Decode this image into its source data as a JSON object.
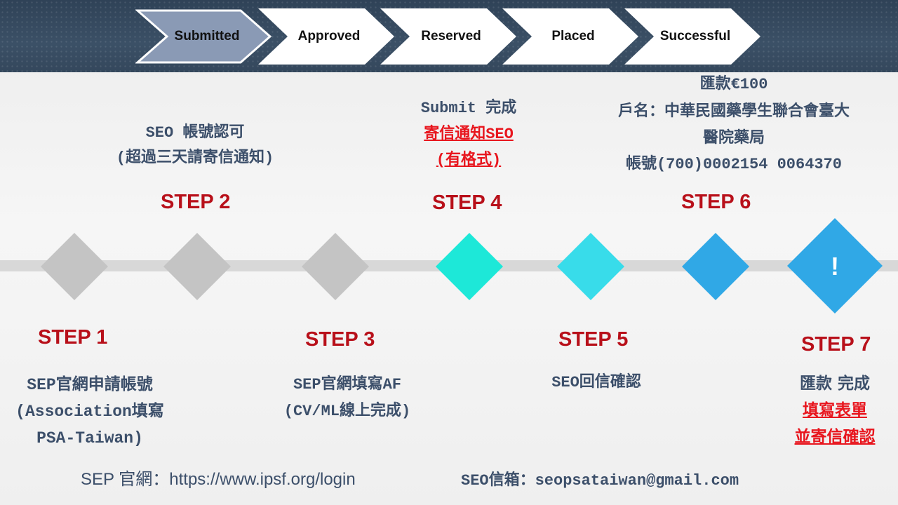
{
  "progress_bar": {
    "stages": [
      {
        "label": "Submitted",
        "active": true
      },
      {
        "label": "Approved",
        "active": false
      },
      {
        "label": "Reserved",
        "active": false
      },
      {
        "label": "Placed",
        "active": false
      },
      {
        "label": "Successful",
        "active": false
      }
    ],
    "colors": {
      "active": "#8a9ab5",
      "inactive": "#ffffff"
    }
  },
  "steps": {
    "step1": {
      "title": "STEP 1",
      "lines": [
        "SEP官網申請帳號",
        "(Association填寫",
        "PSA-Taiwan)"
      ]
    },
    "step2": {
      "title": "STEP 2",
      "lines": [
        "SEO 帳號認可",
        "(超過三天請寄信通知)"
      ]
    },
    "step3": {
      "title": "STEP 3",
      "lines": [
        "SEP官網填寫AF",
        "(CV/ML線上完成)"
      ]
    },
    "step4": {
      "title": "STEP 4",
      "line1": "Submit 完成",
      "red1": "寄信通知SEO",
      "red2": "(有格式)"
    },
    "step5": {
      "title": "STEP 5",
      "line1": "SEO回信確認"
    },
    "step6": {
      "title": "STEP 6",
      "lines": [
        "匯款€100",
        "戶名：中華民國藥學生聯合會臺大",
        "醫院藥局",
        "帳號(700)0002154 0064370"
      ]
    },
    "step7": {
      "title": "STEP 7",
      "line1": "匯款 完成",
      "red1": "填寫表單",
      "red2": "並寄信確認"
    }
  },
  "milestones": {
    "colors": [
      "#c4c4c4",
      "#c4c4c4",
      "#c4c4c4",
      "#1de8d8",
      "#38dcea",
      "#30a8e6",
      "#30a8e6"
    ],
    "final_icon_text": "!"
  },
  "footer": {
    "sep_site": "SEP 官網：https://www.ipsf.org/login",
    "seo_mail": "SEO信箱：seopsataiwan@gmail.com"
  }
}
